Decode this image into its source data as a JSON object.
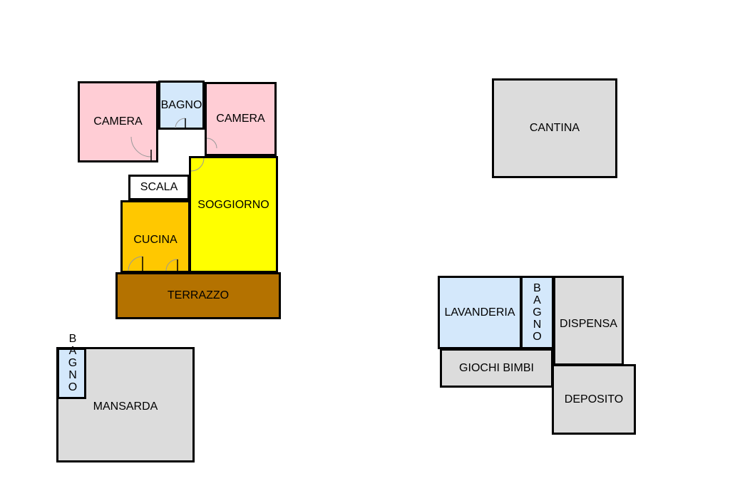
{
  "colors": {
    "camera": "#ffcdd5",
    "bagno": "#d4e8fb",
    "soggiorno": "#ffff00",
    "cucina": "#ffc800",
    "terrazzo": "#b47200",
    "grey": "#dcdcdc",
    "white": "#ffffff"
  },
  "rooms": {
    "camera_left": "CAMERA",
    "bagno_top": "BAGNO",
    "camera_right": "CAMERA",
    "scala": "SCALA",
    "soggiorno": "SOGGIORNO",
    "cucina": "CUCINA",
    "terrazzo": "TERRAZZO",
    "mansarda": "MANSARDA",
    "bagno_mansarda": [
      "B",
      "A",
      "G",
      "N",
      "O"
    ],
    "cantina": "CANTINA",
    "lavanderia": "LAVANDERIA",
    "bagno_basement": [
      "B",
      "A",
      "G",
      "N",
      "O"
    ],
    "dispensa": "DISPENSA",
    "giochi_bimbi": "GIOCHI BIMBI",
    "deposito": "DEPOSITO"
  }
}
